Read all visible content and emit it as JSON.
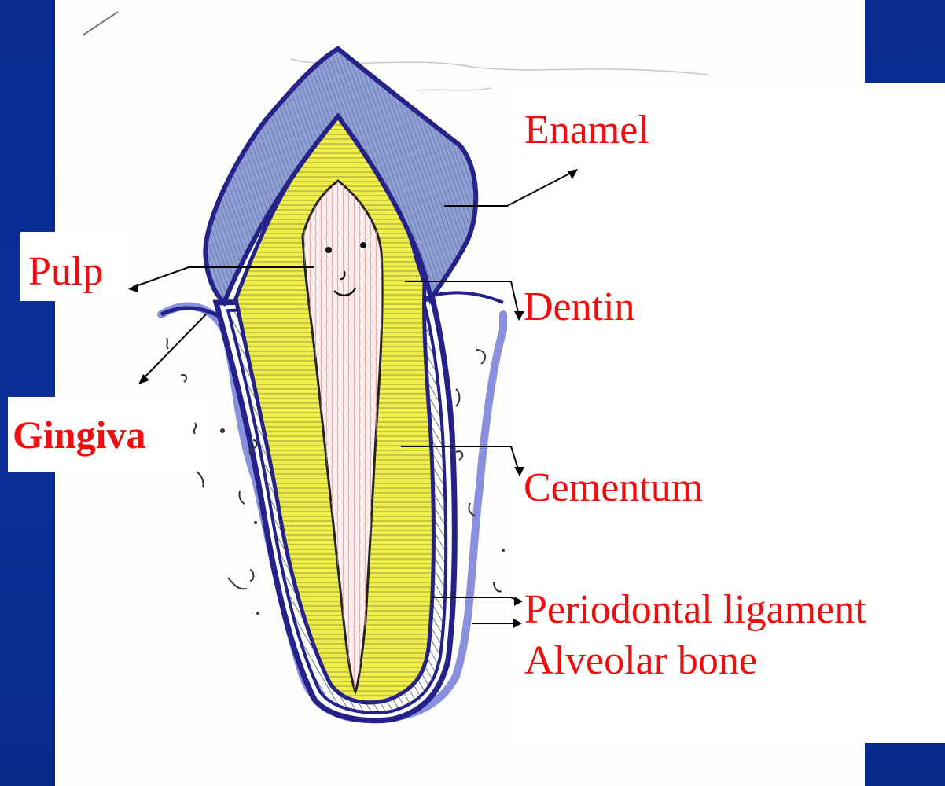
{
  "diagram": {
    "labels": {
      "enamel": "Enamel",
      "pulp": "Pulp",
      "dentin": "Dentin",
      "gingiva": "Gingiva",
      "cementum": "Cementum",
      "periodontal_ligament": "Periodontal ligament",
      "alveolar_bone": "Alveolar bone"
    },
    "colors": {
      "label_text": "#f10d0d",
      "background": "#0a2f99",
      "enamel_fill": "#8f9fd8",
      "dentin_fill": "#f1f04a",
      "outline": "#24228a",
      "pulp_sketch": "#e28a8a"
    }
  }
}
